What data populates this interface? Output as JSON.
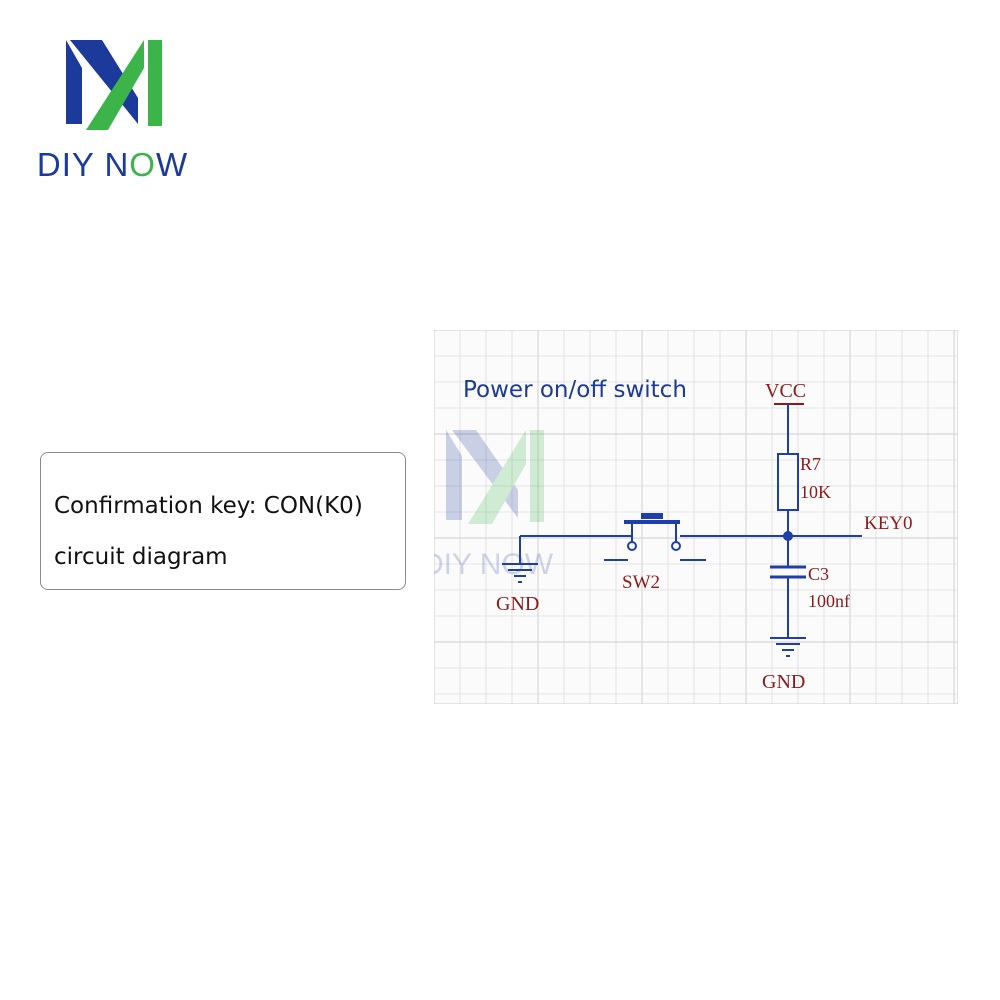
{
  "brand": {
    "name_prefix": "DIY N",
    "name_o": "O",
    "name_suffix": "W",
    "watermark": "DIY NOW",
    "colors": {
      "blue": "#1b3a9a",
      "green": "#3cb44a"
    }
  },
  "caption": {
    "line1": "Confirmation key: CON(K0)",
    "line2": "circuit diagram"
  },
  "schematic": {
    "title": "Power on/off switch",
    "labels": {
      "vcc": "VCC",
      "r_name": "R7",
      "r_value": "10K",
      "output": "KEY0",
      "c_name": "C3",
      "c_value": "100nf",
      "switch": "SW2",
      "gnd_left": "GND",
      "gnd_right": "GND"
    },
    "colors": {
      "wire": "#1f3fa8",
      "text": "#8b1a1a",
      "grid": "#dcdcdc"
    }
  }
}
